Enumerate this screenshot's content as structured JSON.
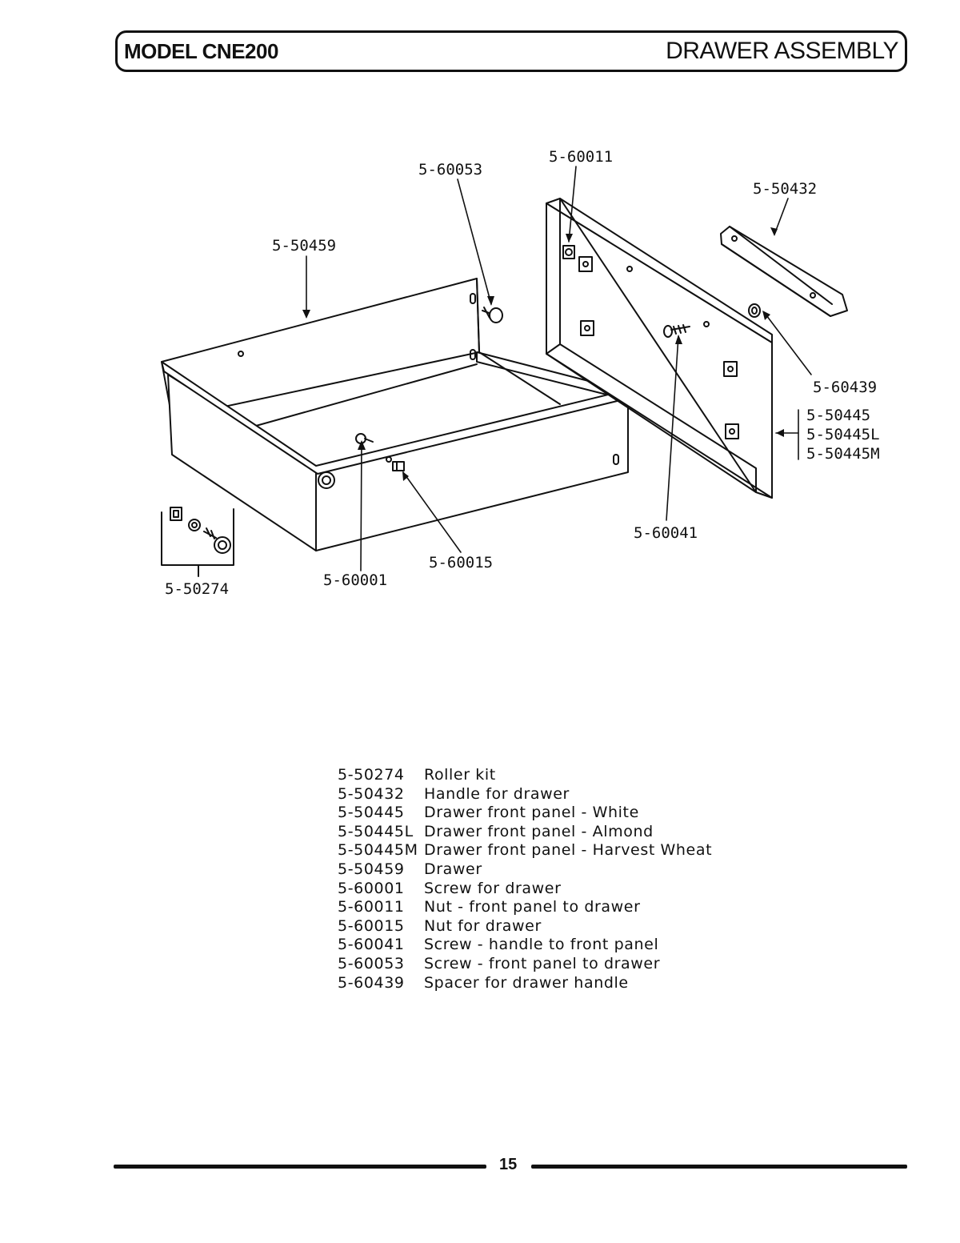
{
  "header": {
    "model": "MODEL CNE200",
    "section": "DRAWER ASSEMBLY"
  },
  "diagram": {
    "callouts": {
      "p60053": "5-60053",
      "p60011": "5-60011",
      "p50432": "5-50432",
      "p50459": "5-50459",
      "p60439": "5-60439",
      "p50445": "5-50445",
      "p50445L": "5-50445L",
      "p50445M": "5-50445M",
      "p60041": "5-60041",
      "p60015": "5-60015",
      "p60001": "5-60001",
      "p50274": "5-50274"
    }
  },
  "parts": [
    {
      "code": "5-50274",
      "description": "Roller kit"
    },
    {
      "code": "5-50432",
      "description": "Handle for drawer"
    },
    {
      "code": "5-50445",
      "description": "Drawer front panel - White"
    },
    {
      "code": "5-50445L",
      "description": "Drawer front panel - Almond"
    },
    {
      "code": "5-50445M",
      "description": "Drawer front panel - Harvest Wheat"
    },
    {
      "code": "5-50459",
      "description": "Drawer"
    },
    {
      "code": "5-60001",
      "description": "Screw for drawer"
    },
    {
      "code": "5-60011",
      "description": "Nut - front panel to drawer"
    },
    {
      "code": "5-60015",
      "description": "Nut for drawer"
    },
    {
      "code": "5-60041",
      "description": "Screw - handle to front panel"
    },
    {
      "code": "5-60053",
      "description": "Screw - front panel to drawer"
    },
    {
      "code": "5-60439",
      "description": "Spacer for drawer handle"
    }
  ],
  "footer": {
    "page_number": "15"
  }
}
